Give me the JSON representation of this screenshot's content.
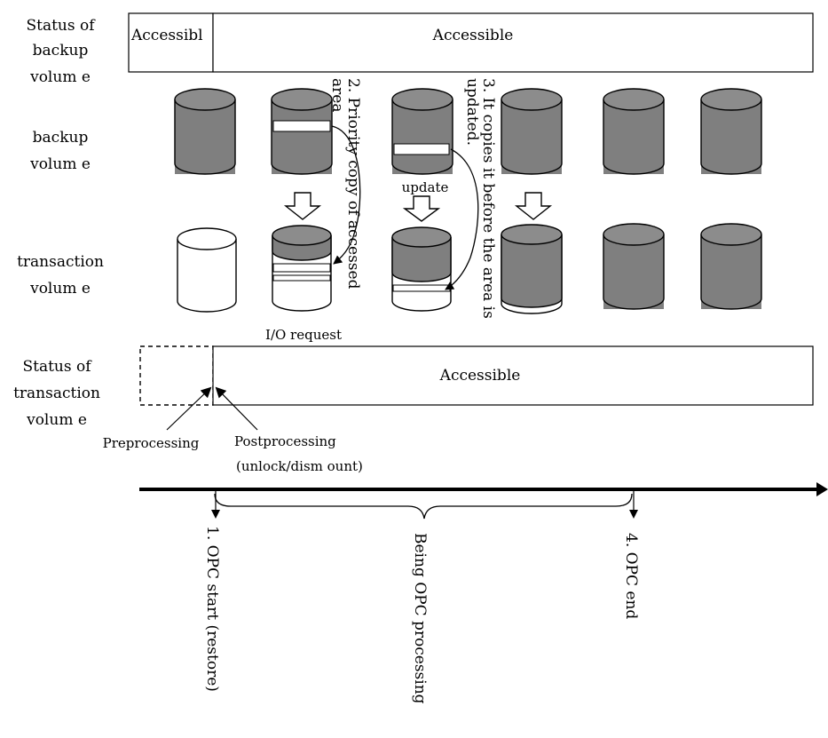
{
  "labels": {
    "status_backup_line1": "Status of",
    "status_backup_line2": "backup",
    "status_backup_line3": "volum e",
    "backup_volume_line1": "backup",
    "backup_volume_line2": "volum e",
    "transaction_volume_line1": "transaction",
    "transaction_volume_line2": "volum e",
    "status_transaction_line1": "Status of",
    "status_transaction_line2": "transaction",
    "status_transaction_line3": "volum e"
  },
  "backup_status": {
    "small_box_text": "Accessibl",
    "large_box_text": "Accessible"
  },
  "transaction_status": {
    "box_text": "Accessible"
  },
  "annotations": {
    "priority_copy_line1": "2. Priority copy of accessed",
    "priority_copy_line2": "area",
    "copy_before_update_line1": "3. It copies it before the area is",
    "copy_before_update_line2": "updated.",
    "update": "update",
    "io_request": "I/O request",
    "preprocessing": "Preprocessing",
    "postprocessing_line1": "Postprocessing",
    "postprocessing_line2": "(unlock/dism ount)"
  },
  "timeline": {
    "opc_start": "1. OPC start (restore)",
    "being_opc": "Being OPC processing",
    "opc_end": "4. OPC end"
  },
  "colors": {
    "cylinder_gray": "#7f7f7f",
    "cylinder_top": "#999999",
    "line": "#000000"
  }
}
